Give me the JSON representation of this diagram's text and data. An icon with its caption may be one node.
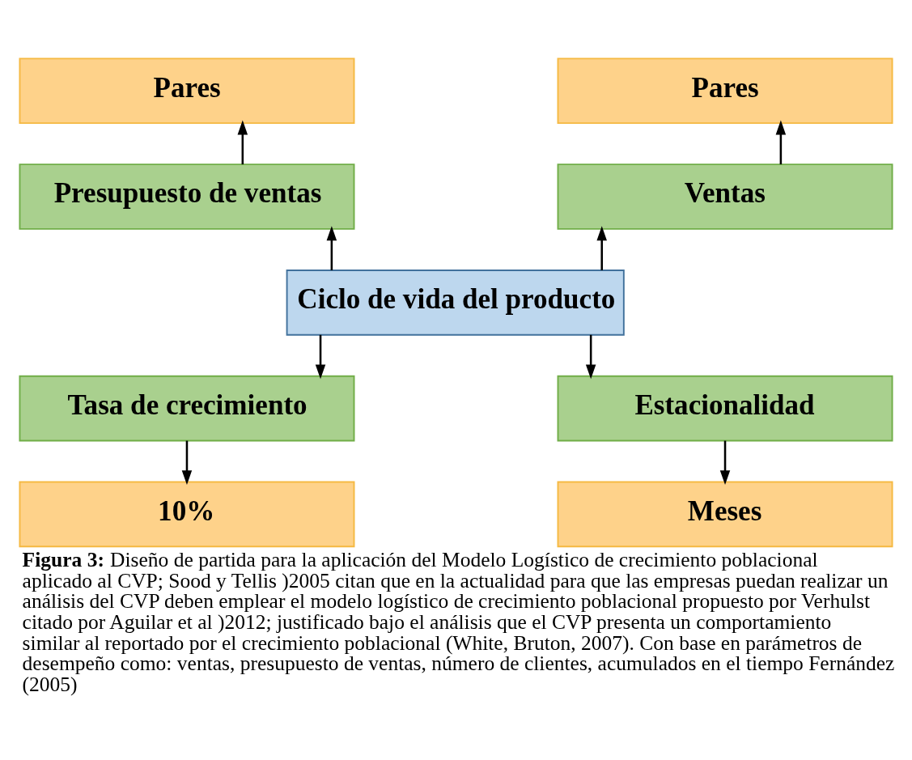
{
  "diagram": {
    "caption": "**Figura 3:** Diseño de partida para la aplicación del Modelo Logístico de crecimiento poblacional aplicado al CVP; Sood y Tellis )2005 citan que en la actualidad para que las empresas puedan realizar un análisis del CVP deben emplear el modelo logístico de crecimiento poblacional propuesto por Verhulst citado por Aguilar et al )2012; justificado bajo el análisis que el CVP presenta un comportamiento similar al reportado por el crecimiento poblacional (White, Bruton, 2007). Con base en parámetros de desempeño como: ventas, presupuesto de ventas, número de clientes, acumulados en el tiempo Fernández (2005)",
    "nodes": [
      {
        "text": [
          "Pares"
        ]
      },
      {
        "text": [
          "Pares"
        ]
      },
      {
        "text": [
          "Presupuesto de ventas"
        ]
      },
      {
        "text": [
          "Ventas"
        ]
      },
      {
        "text": [
          "Ciclo de vida del producto"
        ]
      },
      {
        "text": [
          "Tasa de crecimiento"
        ]
      },
      {
        "text": [
          "Estacionalidad"
        ]
      },
      {
        "text": [
          "10%"
        ]
      },
      {
        "text": [
          "Meses"
        ]
      }
    ],
    "edges": [
      {
        "from": 2,
        "to": 0,
        "arrow": "to"
      },
      {
        "from": 3,
        "to": 1,
        "arrow": "to"
      },
      {
        "from": 4,
        "to": 2,
        "arrow": "to"
      },
      {
        "from": 4,
        "to": 3,
        "arrow": "to"
      },
      {
        "from": 4,
        "to": 5,
        "arrow": "to"
      },
      {
        "from": 4,
        "to": 6,
        "arrow": "to"
      },
      {
        "from": 5,
        "to": 7,
        "arrow": "to"
      },
      {
        "from": 6,
        "to": 8,
        "arrow": "to"
      }
    ]
  }
}
